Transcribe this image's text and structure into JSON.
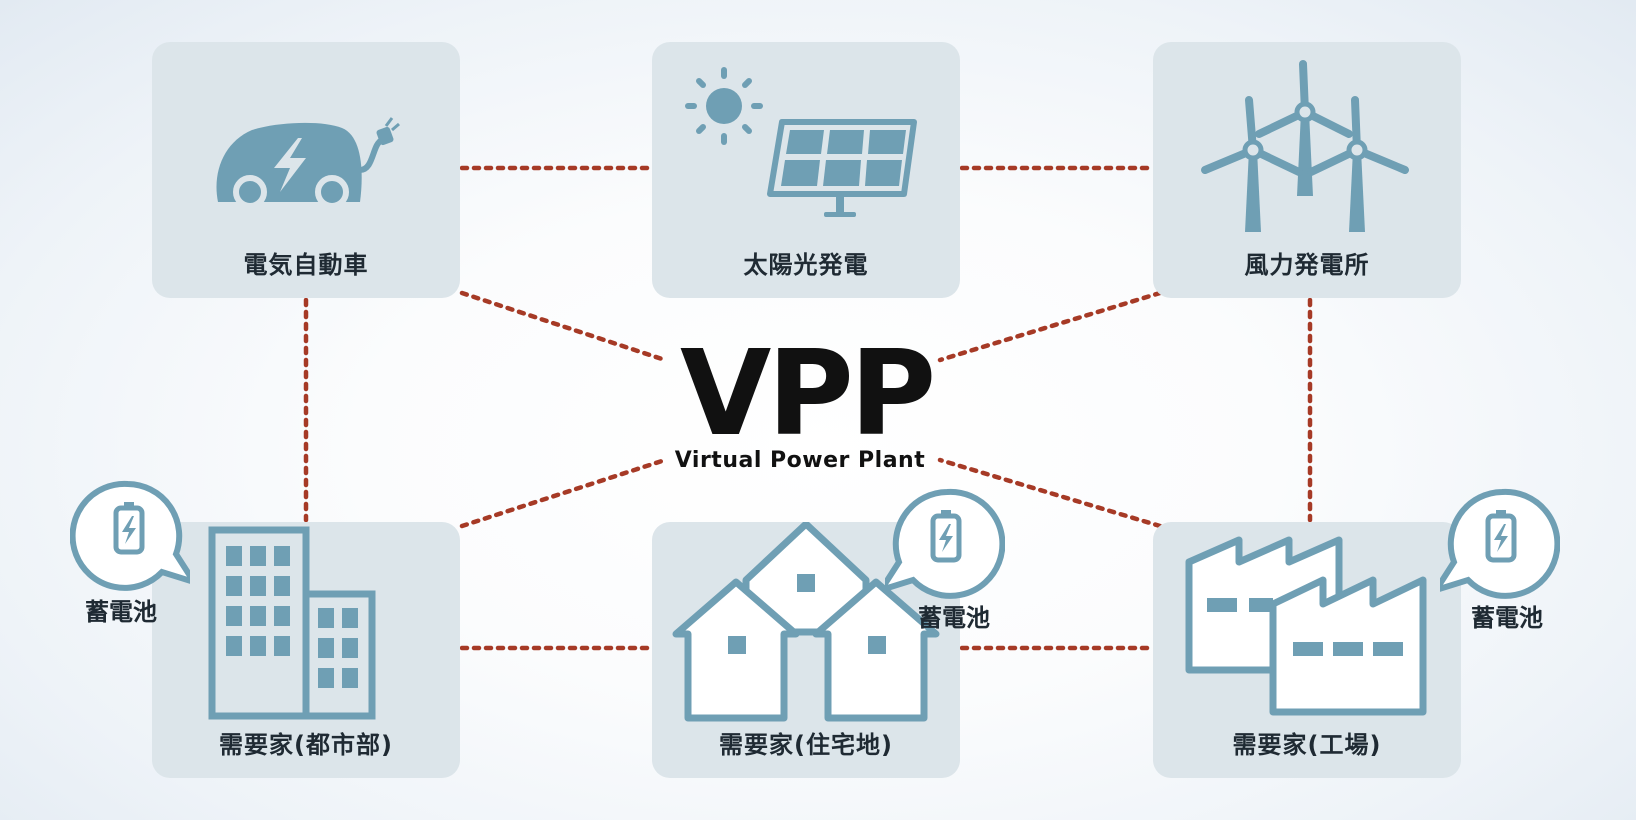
{
  "title": "VPP",
  "subtitle": "Virtual Power Plant",
  "colors": {
    "card_bg": "#dce5ea",
    "icon": "#6f9fb4",
    "link": "#a63a26",
    "text": "#1f2a33"
  },
  "nodes": {
    "ev": {
      "label": "電気自動車",
      "icon": "electric-car-icon"
    },
    "solar": {
      "label": "太陽光発電",
      "icon": "solar-panel-icon"
    },
    "wind": {
      "label": "風力発電所",
      "icon": "wind-turbine-icon"
    },
    "urban": {
      "label": "需要家(都市部)",
      "icon": "office-building-icon"
    },
    "residential": {
      "label": "需要家(住宅地)",
      "icon": "houses-icon"
    },
    "factory": {
      "label": "需要家(工場)",
      "icon": "factory-icon"
    }
  },
  "battery_label": "蓄電池"
}
